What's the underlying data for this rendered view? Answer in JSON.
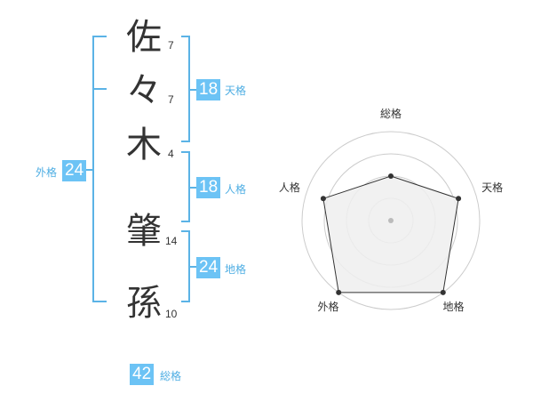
{
  "name_chars": [
    {
      "char": "佐",
      "strokes": "7"
    },
    {
      "char": "々",
      "strokes": "7"
    },
    {
      "char": "木",
      "strokes": "4"
    },
    {
      "char": "肇",
      "strokes": "14"
    },
    {
      "char": "孫",
      "strokes": "10"
    }
  ],
  "kaku": {
    "tenkaku": {
      "value": "18",
      "label": "天格"
    },
    "jinkaku": {
      "value": "18",
      "label": "人格"
    },
    "chikaku": {
      "value": "24",
      "label": "地格"
    },
    "gaikaku": {
      "value": "24",
      "label": "外格"
    },
    "soukaku": {
      "value": "42",
      "label": "総格"
    }
  },
  "radar": {
    "axes": [
      "総格",
      "天格",
      "地格",
      "外格",
      "人格"
    ],
    "values": [
      0.5,
      0.8,
      1.0,
      1.0,
      0.8
    ],
    "max": 1.0,
    "rings": 4,
    "colors": {
      "ring": "#cccccc",
      "fill": "#eeeeee",
      "line": "#333333",
      "point": "#333333",
      "center": "#bbbbbb"
    }
  },
  "colors": {
    "accent": "#6cc3f5",
    "bracket": "#5bb3e6"
  }
}
